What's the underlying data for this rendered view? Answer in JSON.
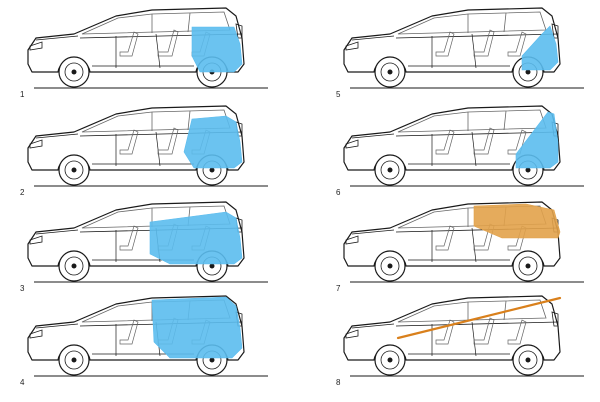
{
  "colors": {
    "line": "#1a1a1a",
    "glass": "#666666",
    "blue": "#5bbcee",
    "orange": "#e2a24a",
    "rail": "#d9801c"
  },
  "panels": [
    {
      "label": "1",
      "highlight": "cargo-behind-row3",
      "color": "#5bbcee"
    },
    {
      "label": "2",
      "highlight": "cargo-behind-row2",
      "color": "#5bbcee"
    },
    {
      "label": "3",
      "highlight": "cargo-behind-row1",
      "color": "#5bbcee"
    },
    {
      "label": "4",
      "highlight": "cargo-full-height",
      "color": "#5bbcee"
    },
    {
      "label": "5",
      "highlight": "rear-floor-compartment",
      "color": "#5bbcee"
    },
    {
      "label": "6",
      "highlight": "tailgate-edge",
      "color": "#5bbcee"
    },
    {
      "label": "7",
      "highlight": "rear-glass-area",
      "color": "#e2a24a"
    },
    {
      "label": "8",
      "highlight": "long-load-rail",
      "color": "#d9801c"
    }
  ]
}
